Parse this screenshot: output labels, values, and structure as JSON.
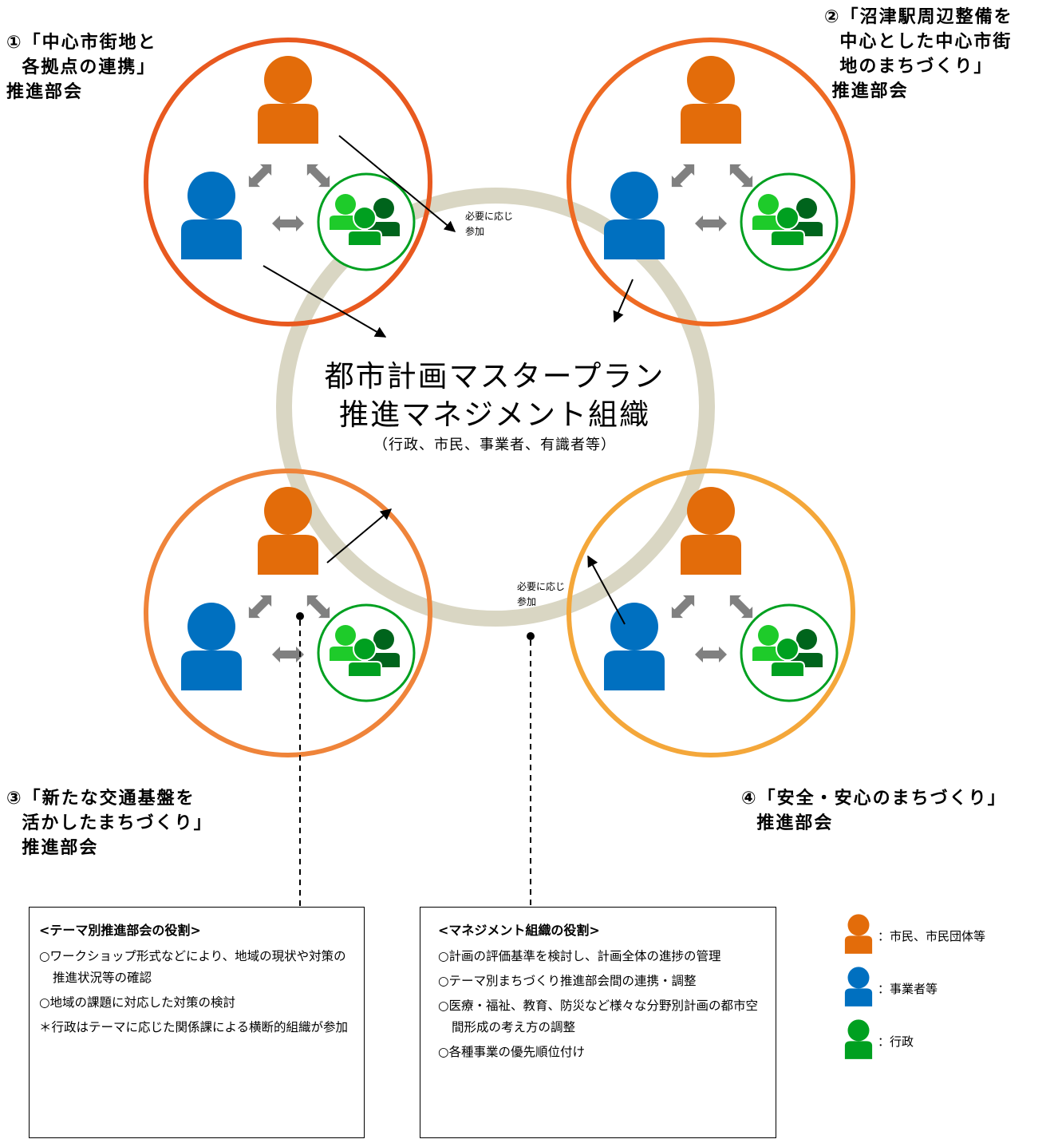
{
  "center": {
    "line1": "都市計画マスタープラン",
    "line2": "推進マネジメント組織",
    "line3": "（行政、市民、事業者、有識者等）"
  },
  "subcommittees": [
    {
      "num": "①",
      "title": "①「中心市街地と\n  各拠点の連携」\n推進部会",
      "color": "#e8591f"
    },
    {
      "num": "②",
      "title": "②「沼津駅周辺整備を\n  中心とした中心市街\n  地のまちづくり」\n 推進部会",
      "color": "#ee6a23"
    },
    {
      "num": "③",
      "title": "③「新たな交通基盤を\n  活かしたまちづくり」\n  推進部会",
      "color": "#ef843a"
    },
    {
      "num": "④",
      "title": "④「安全・安心のまちづくり」\n  推進部会",
      "color": "#f4a73a"
    }
  ],
  "notes": {
    "top": "必要に応じ\n参加",
    "bottom": "必要に応じ\n参加"
  },
  "boxes": {
    "theme": {
      "title": "<テーマ別推進部会の役割>",
      "items": [
        "○ワークショップ形式などにより、地域の現状や対策の推進状況等の確認",
        "○地域の課題に対応した対策の検討",
        "＊行政はテーマに応じた関係課による横断的組織が参加"
      ]
    },
    "management": {
      "title": "<マネジメント組織の役割>",
      "items": [
        "○計画の評価基準を検討し、計画全体の進捗の管理",
        "○テーマ別まちづくり推進部会間の連携・調整",
        "○医療・福祉、教育、防災など様々な分野別計画の都市空間形成の考え方の調整",
        "○各種事業の優先順位付け"
      ]
    }
  },
  "legend": [
    {
      "label": "：市民、市民団体等",
      "color": "#e36c0a"
    },
    {
      "label": "：事業者等",
      "color": "#0070c0"
    },
    {
      "label": "：行政",
      "color": "#00a020"
    }
  ],
  "colors": {
    "citizen": "#e36c0a",
    "business": "#0070c0",
    "gov_light": "#1ecb2a",
    "gov_mid": "#00a020",
    "gov_dark": "#00641c",
    "ring": "#d9d6c3",
    "relation_arrow": "#808080"
  },
  "icons": {
    "citizen": "person-icon",
    "business": "person-icon",
    "government": "group-icon",
    "relation": "double-arrow-icon"
  }
}
